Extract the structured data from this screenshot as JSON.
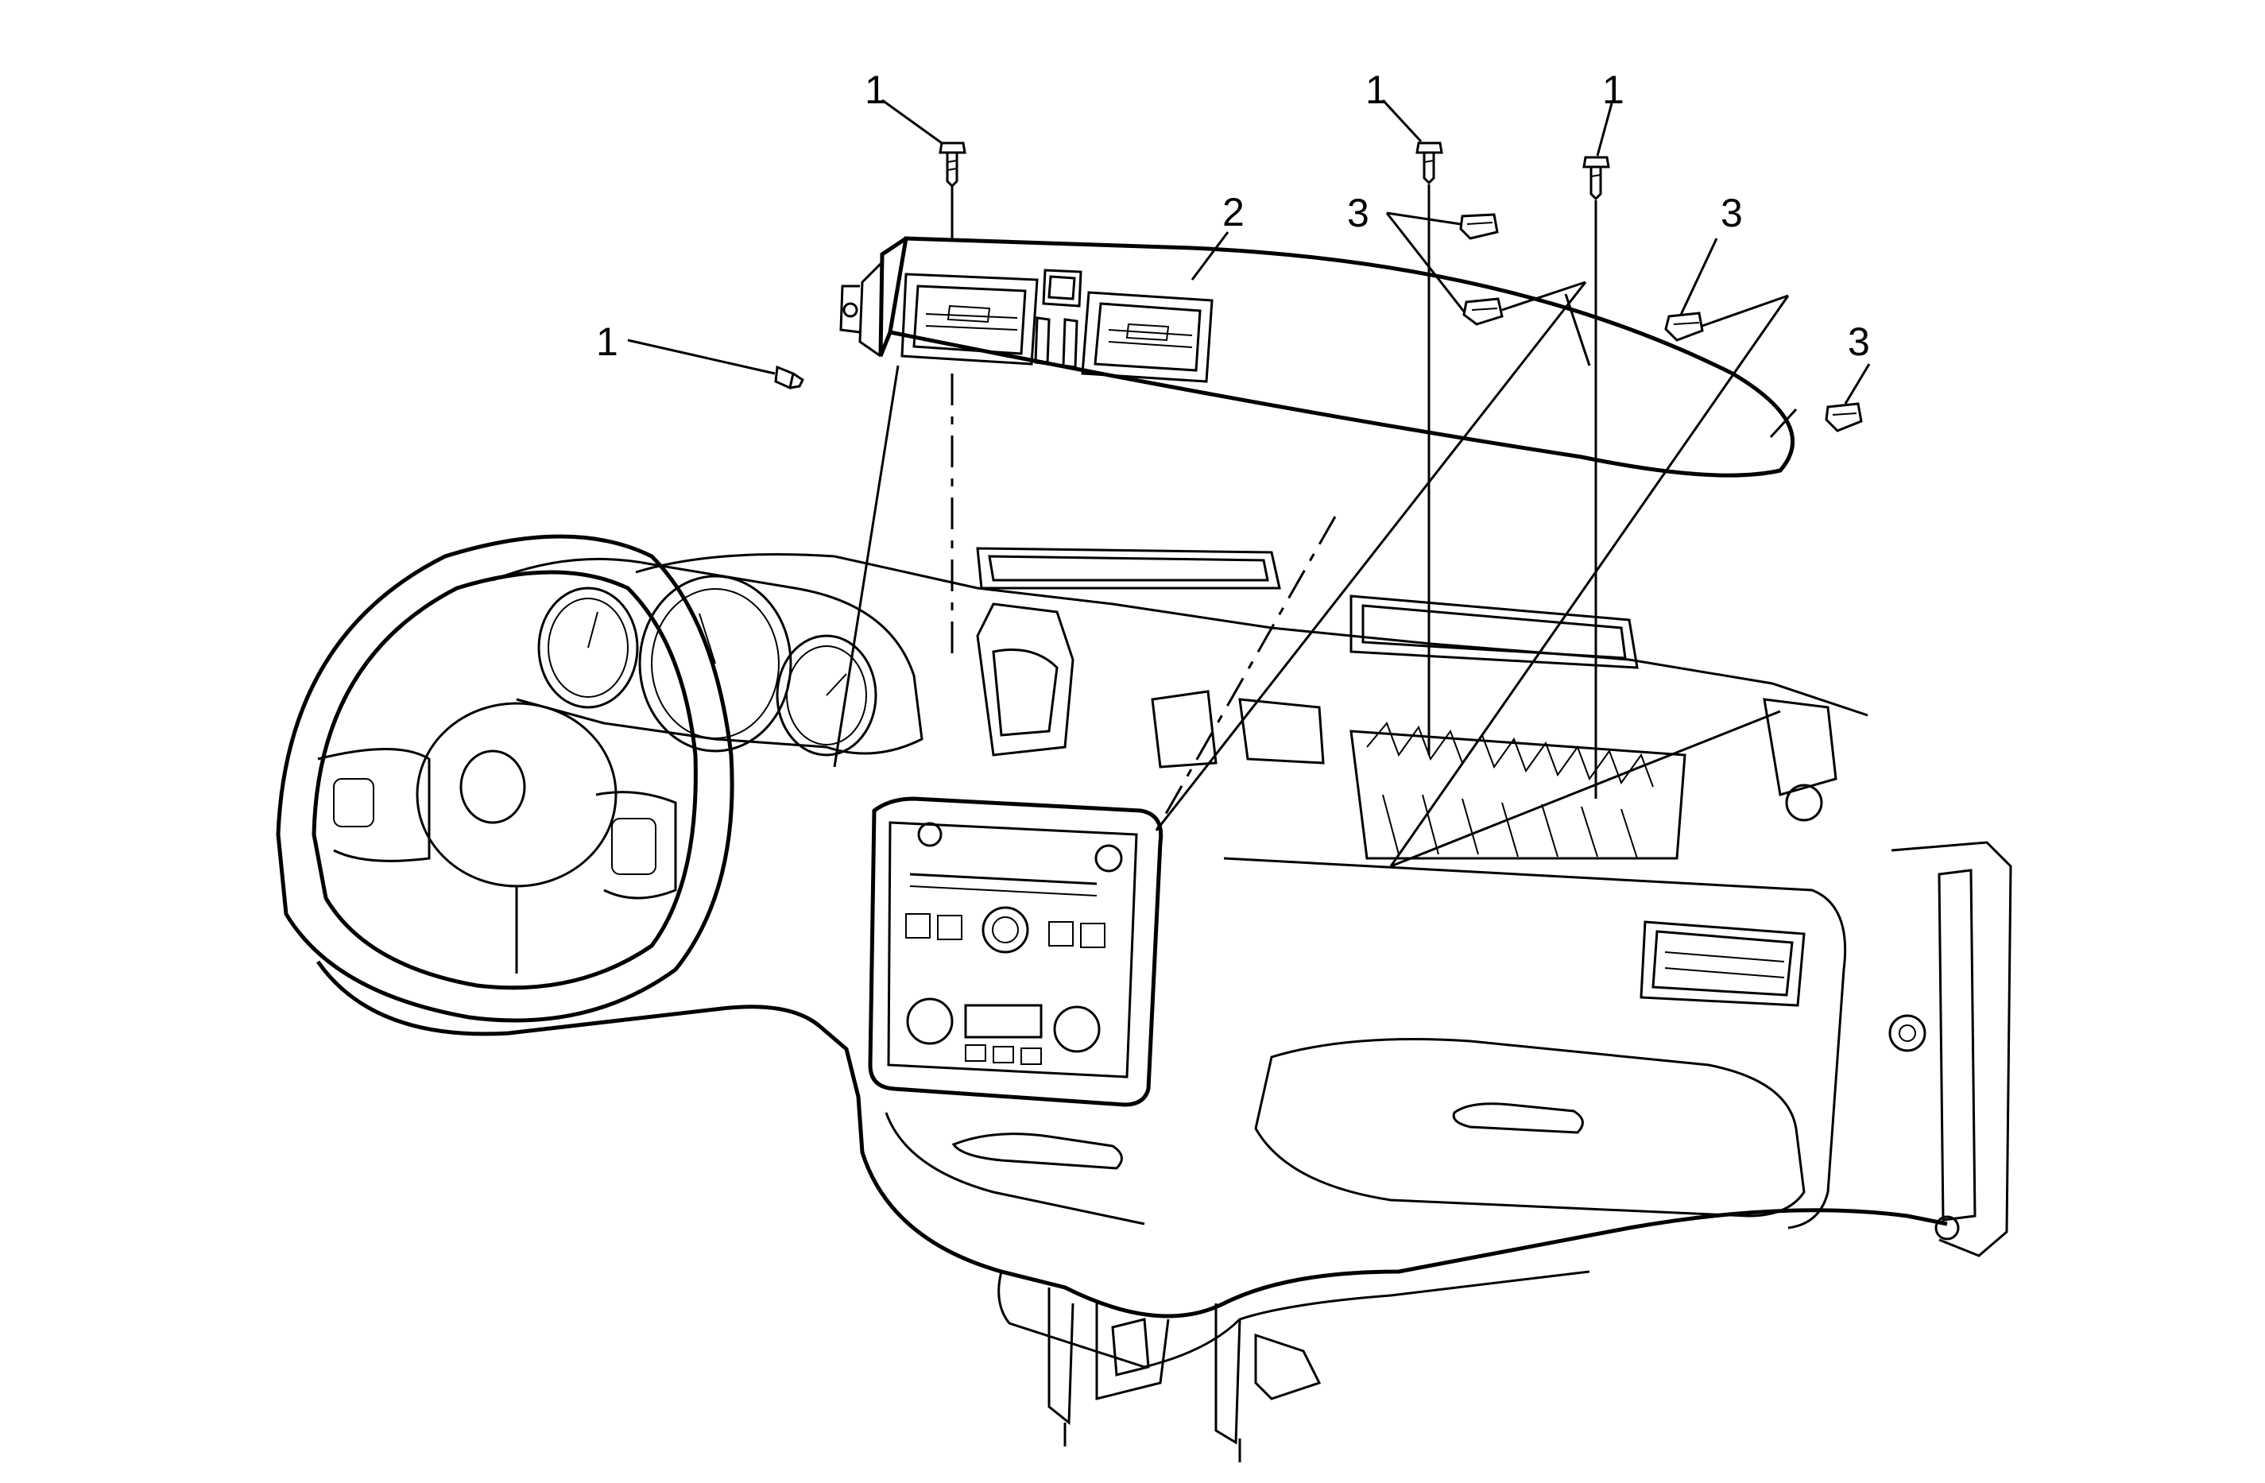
{
  "callouts": [
    {
      "id": "c1a",
      "text": "1"
    },
    {
      "id": "c1b",
      "text": "1"
    },
    {
      "id": "c1c",
      "text": "1"
    },
    {
      "id": "c1d",
      "text": "1"
    },
    {
      "id": "c2",
      "text": "2"
    },
    {
      "id": "c3a",
      "text": "3"
    },
    {
      "id": "c3b",
      "text": "3"
    },
    {
      "id": "c3c",
      "text": "3"
    }
  ],
  "parts": {
    "fastener": "1",
    "upper_trim_panel": "2",
    "retainer_clip": "3"
  }
}
